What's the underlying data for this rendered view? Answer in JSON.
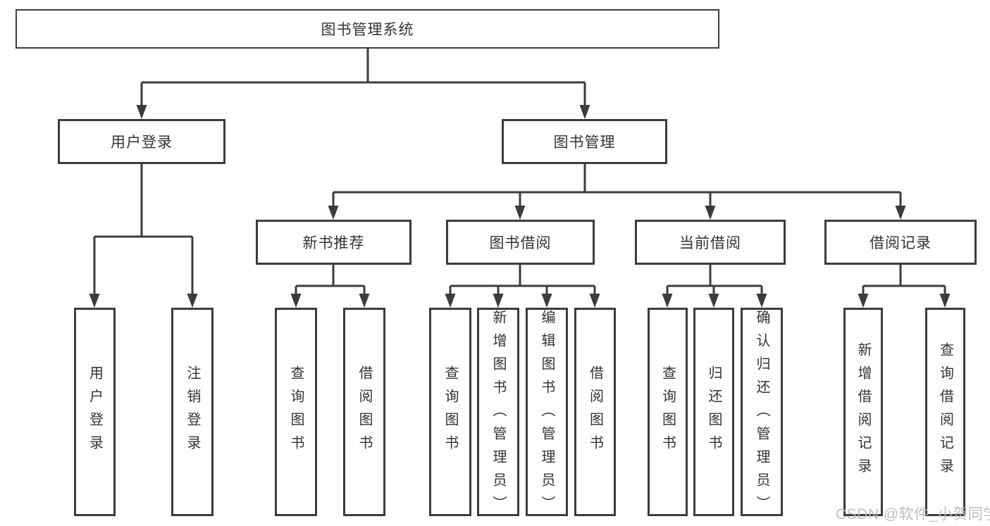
{
  "diagram": {
    "title": "图书管理系统",
    "watermark": "CSDN @软件_小贺同学",
    "colors": {
      "line": "#3c3c3c",
      "box_border": "#3c3c3c",
      "text": "#333333",
      "background": "#ffffff",
      "watermark": "#bababa"
    },
    "nodes": {
      "root": "图书管理系统",
      "user_login": "用户登录",
      "book_mgmt": "图书管理",
      "new_book_rec": "新书推荐",
      "book_borrow": "图书借阅",
      "current_borrow": "当前借阅",
      "borrow_record": "借阅记录",
      "leaf_user_login": "用户登录",
      "leaf_logout": "注销登录",
      "leaf_rec_query_book": "查询图书",
      "leaf_rec_borrow_book": "借阅图书",
      "leaf_bb_query_book": "查询图书",
      "leaf_bb_add_book": "新增图书（管理员）",
      "leaf_bb_edit_book": "编辑图书（管理员）",
      "leaf_bb_borrow_book": "借阅图书",
      "leaf_cb_query_book": "查询图书",
      "leaf_cb_return_book": "归还图书",
      "leaf_cb_confirm_return": "确认归还（管理员）",
      "leaf_br_add_record": "新增借阅记录",
      "leaf_br_query_record": "查询借阅记录"
    },
    "structure": {
      "图书管理系统": [
        "用户登录",
        "图书管理"
      ],
      "用户登录": [
        "用户登录",
        "注销登录"
      ],
      "图书管理": [
        "新书推荐",
        "图书借阅",
        "当前借阅",
        "借阅记录"
      ],
      "新书推荐": [
        "查询图书",
        "借阅图书"
      ],
      "图书借阅": [
        "查询图书",
        "新增图书（管理员）",
        "编辑图书（管理员）",
        "借阅图书"
      ],
      "当前借阅": [
        "查询图书",
        "归还图书",
        "确认归还（管理员）"
      ],
      "借阅记录": [
        "新增借阅记录",
        "查询借阅记录"
      ]
    }
  }
}
